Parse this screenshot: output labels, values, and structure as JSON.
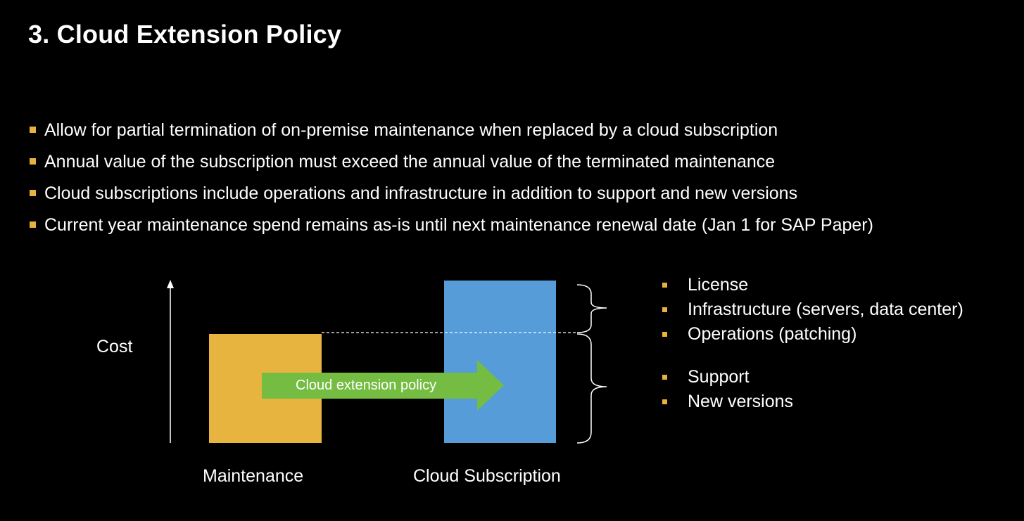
{
  "slide": {
    "title": "3. Cloud Extension Policy",
    "bullets": [
      "Allow for partial termination of on-premise maintenance when replaced by a cloud subscription",
      "Annual value of the subscription must exceed the annual value of the terminated maintenance",
      "Cloud subscriptions include operations and infrastructure in addition to support and new versions",
      "Current year maintenance spend remains as-is until next maintenance renewal date (Jan 1 for SAP Paper)"
    ]
  },
  "diagram": {
    "y_axis_label": "Cost",
    "left_box_label": "Maintenance",
    "right_box_label": "Cloud Subscription",
    "arrow_label": "Cloud extension policy",
    "upper_brace_items": [
      "License",
      "Infrastructure (servers, data center)",
      "Operations (patching)"
    ],
    "lower_brace_items": [
      "Support",
      "New versions"
    ]
  },
  "colors": {
    "background": "#000000",
    "bullet_square": "#e8b23f",
    "maintenance_box": "#e6b43f",
    "subscription_box": "#559cd8",
    "arrow": "#75bd42",
    "text": "#ffffff"
  }
}
